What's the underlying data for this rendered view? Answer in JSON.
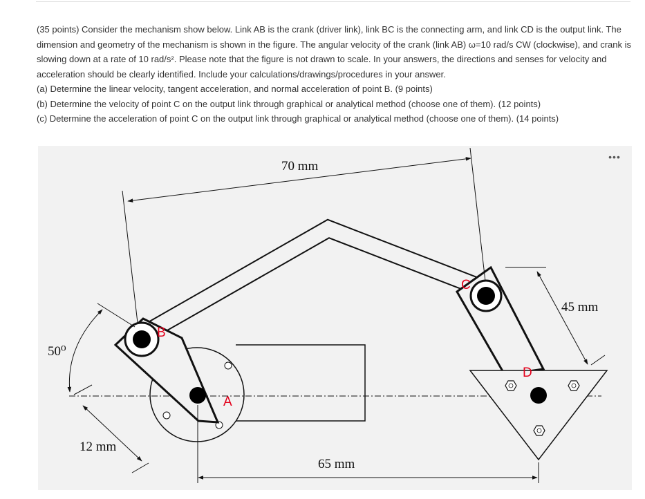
{
  "problem": {
    "intro": "(35 points) Consider the mechanism show below. Link AB is the crank (driver link), link BC is the connecting arm, and link CD is the output link. The dimension and geometry of the mechanism is shown in the figure. The angular velocity of the crank (link AB) ω=10 rad/s CW (clockwise), and crank is slowing down at a rate of 10 rad/s². Please note that the figure is not drawn to scale. In your answers, the directions and senses for velocity and acceleration should be clearly identified. Include your calculations/drawings/procedures in your answer.",
    "part_a": "(a) Determine the linear velocity, tangent acceleration, and normal acceleration of point B. (9 points)",
    "part_b": "(b) Determine the velocity of point C on the output link through graphical or analytical method (choose one of them). (12 points)",
    "part_c": "(c) Determine the acceleration of point C on the output link through graphical or analytical method (choose one of them). (14 points)"
  },
  "figure": {
    "dim_70": "70 mm",
    "dim_45": "45 mm",
    "dim_65": "65 mm",
    "dim_12": "12 mm",
    "angle_50": "50⁰",
    "label_a": "A",
    "label_b": "B",
    "label_c": "C",
    "label_d": "D"
  },
  "more_button": "•••",
  "colors": {
    "label_red": "#e3001b",
    "figure_bg": "#f2f2f2",
    "text": "#333333"
  }
}
